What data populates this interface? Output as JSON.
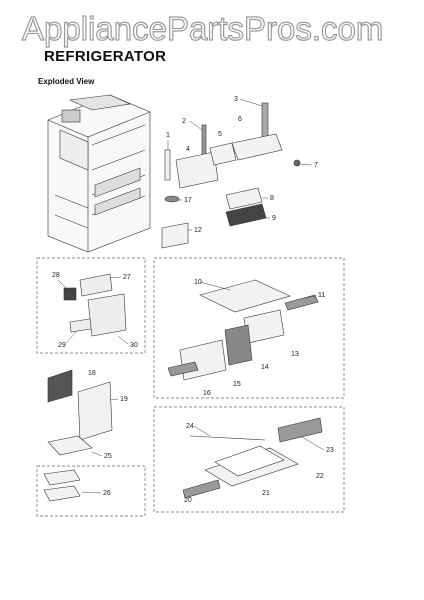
{
  "watermark": "AppliancePartsPros.com",
  "header": {
    "title": "REFRIGERATOR",
    "subtitle": "Exploded View"
  },
  "callouts": [
    "1",
    "2",
    "3",
    "4",
    "5",
    "6",
    "7",
    "8",
    "9",
    "12",
    "17",
    "10",
    "11",
    "13",
    "14",
    "15",
    "16",
    "18",
    "19",
    "25",
    "26",
    "20",
    "21",
    "22",
    "23",
    "24",
    "27",
    "28",
    "29",
    "30"
  ]
}
